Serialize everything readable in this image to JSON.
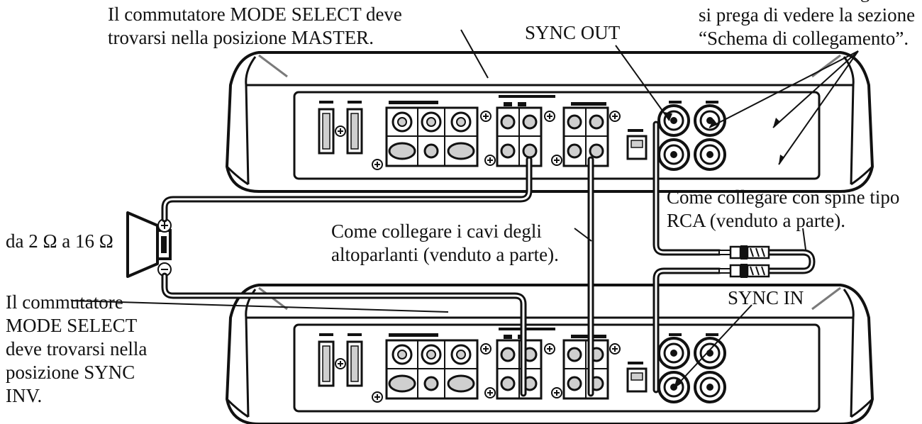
{
  "labels": {
    "master_mode": "Il commutatore MODE SELECT deve\ntrovarsi nella posizione MASTER.",
    "sync_out": "SYNC OUT",
    "schema_ref": "del veicolo. Per dettagli in merito\nsi prega di vedere la sezione\n“Schema di collegamento”.",
    "rca_how": "Come collegare con spine tipo\nRCA (venduto a parte).",
    "speaker_cables": "Come collegare i cavi degli\naltoparlanti (venduto a parte).",
    "impedance": "da 2 Ω a 16 Ω",
    "slave_mode": "Il commutatore\nMODE SELECT\ndeve trovarsi nella\nposizione SYNC\nINV.",
    "sync_in": "SYNC IN"
  },
  "colors": {
    "ink": "#111111",
    "panel_shadow": "#7a7a7a",
    "panel_fill": "#ffffff",
    "terminal_fill": "#cfcfcf"
  },
  "icons": [
    "speaker-icon",
    "rca-plug-icon"
  ]
}
